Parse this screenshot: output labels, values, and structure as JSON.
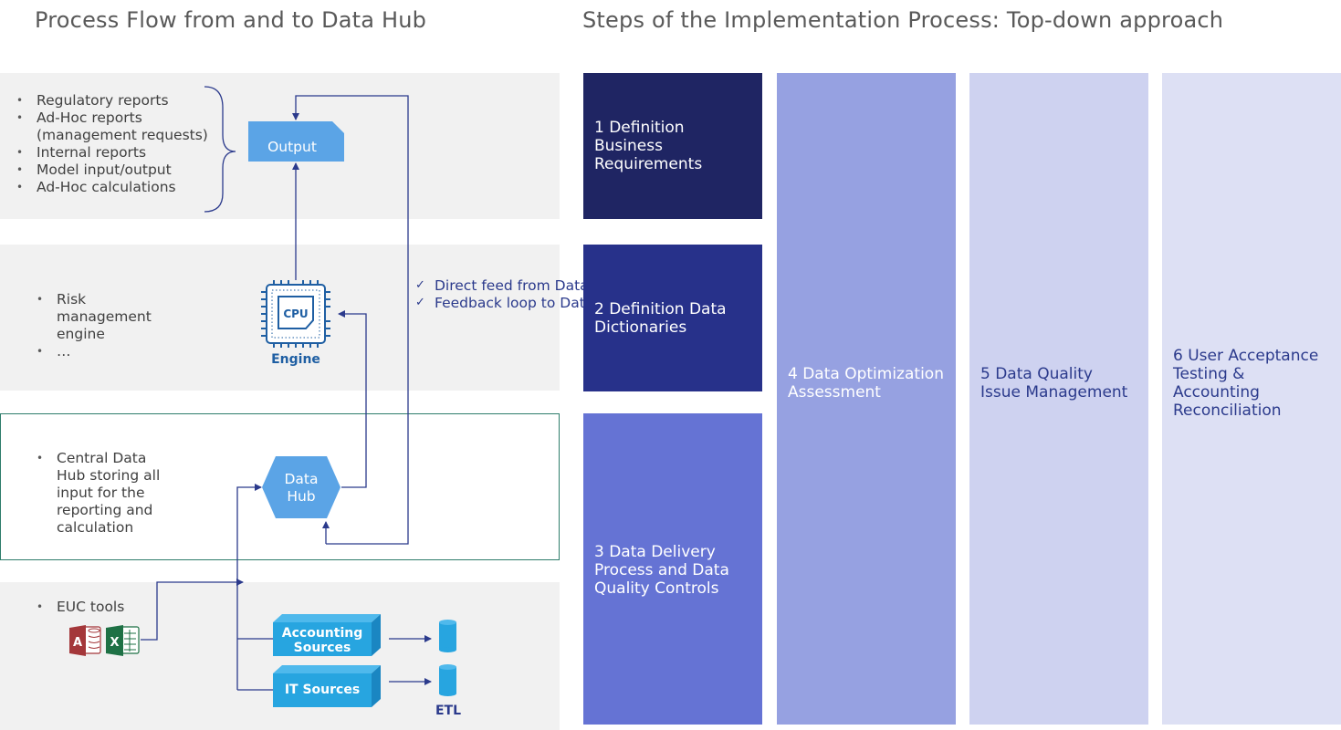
{
  "headings": {
    "left": "Process Flow from and to Data Hub",
    "right": "Steps of the Implementation Process: Top-down approach"
  },
  "output_band": {
    "bullets": [
      "Regulatory reports",
      "Ad-Hoc reports (management requests)",
      "Internal reports",
      "Model input/output",
      "Ad-Hoc calculations"
    ],
    "shape_label": "Output"
  },
  "engine_band": {
    "bullets": [
      "Risk management engine",
      "…"
    ],
    "chip_text": "CPU",
    "icon_label": "Engine"
  },
  "feedback_notes": [
    "Direct feed from Data Hub",
    "Feedback loop to Data Hub"
  ],
  "hub_band": {
    "bullets": [
      "Central Data Hub storing all input for the reporting and calculation"
    ],
    "shape_label": "Data Hub"
  },
  "sources_band": {
    "bullets": [
      "EUC tools"
    ],
    "access_letter": "A",
    "excel_letter": "X",
    "accounting_label": "Accounting Sources",
    "it_label": "IT Sources",
    "etl_label": "ETL"
  },
  "steps": [
    {
      "label": "1 Definition Business Requirements",
      "color": "#1f2563",
      "text_color": "#ffffff"
    },
    {
      "label": "2 Definition Data Dictionaries",
      "color": "#27318a",
      "text_color": "#ffffff"
    },
    {
      "label": "3 Data Delivery Process and Data Quality Controls",
      "color": "#6573d4",
      "text_color": "#ffffff"
    },
    {
      "label": "4 Data Optimization Assessment",
      "color": "#96a1e1",
      "text_color": "#ffffff"
    },
    {
      "label": "5 Data Quality Issue Management",
      "color": "#ced2f0",
      "text_color": "#2b3a8c"
    },
    {
      "label": "6 User Acceptance Testing & Accounting Reconciliation",
      "color": "#dde0f4",
      "text_color": "#2b3a8c"
    }
  ],
  "colors": {
    "navy_arrow": "#2b3a8c",
    "shape_blue": "#5ba4e6",
    "cube_blue": "#27a5e0",
    "engine_blue": "#1f5fa3",
    "hub_border": "#2e7d6b",
    "band_grey": "#f1f1f1"
  }
}
